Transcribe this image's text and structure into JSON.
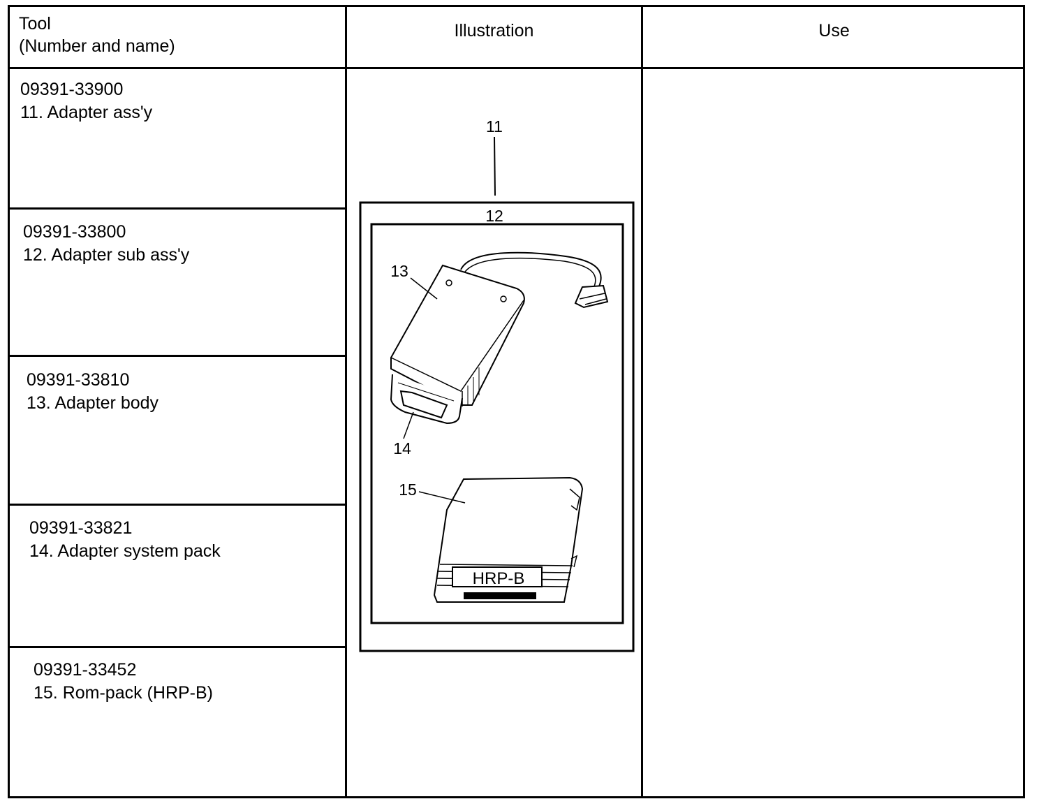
{
  "table": {
    "headers": {
      "tool_line1": "Tool",
      "tool_line2": "(Number and name)",
      "illustration": "Illustration",
      "use": "Use"
    },
    "rows": [
      {
        "number": "09391-33900",
        "name": "11. Adapter ass'y"
      },
      {
        "number": "09391-33800",
        "name": "12. Adapter sub ass'y"
      },
      {
        "number": "09391-33810",
        "name": "13. Adapter body"
      },
      {
        "number": "09391-33821",
        "name": "14. Adapter system pack"
      },
      {
        "number": "09391-33452",
        "name": "15. Rom-pack (HRP-B)"
      }
    ],
    "use_text": ""
  },
  "illustration": {
    "callouts": {
      "c11": "11",
      "c12": "12",
      "c13": "13",
      "c14": "14",
      "c15": "15"
    },
    "cartridge_label": "HRP-B"
  }
}
